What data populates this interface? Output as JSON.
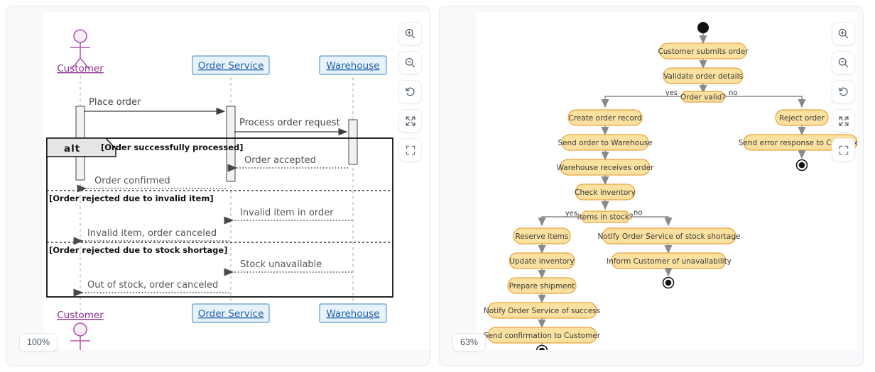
{
  "panels": [
    {
      "id": "sequence-diagram-panel",
      "zoom_label": "100%",
      "diagram_type": "uml-sequence-diagram",
      "toolbar": [
        {
          "name": "zoom-in-icon",
          "label": "Zoom in"
        },
        {
          "name": "zoom-out-icon",
          "label": "Zoom out"
        },
        {
          "name": "reset-icon",
          "label": "Reset"
        },
        {
          "name": "fit-screen-icon",
          "label": "Fit to screen"
        },
        {
          "name": "fullscreen-icon",
          "label": "Fullscreen"
        }
      ],
      "participants": [
        {
          "name": "Customer",
          "kind": "actor",
          "color": "#a33ea3"
        },
        {
          "name": "Order Service",
          "kind": "box",
          "color": "#1f5fa9"
        },
        {
          "name": "Warehouse",
          "kind": "box",
          "color": "#1f5fa9"
        }
      ],
      "messages": [
        {
          "label": "Place order",
          "from": "Customer",
          "to": "Order Service",
          "style": "solid"
        },
        {
          "label": "Process order request",
          "from": "Order Service",
          "to": "Warehouse",
          "style": "solid"
        },
        {
          "label": "Order accepted",
          "from": "Warehouse",
          "to": "Order Service",
          "style": "dotted"
        },
        {
          "label": "Order confirmed",
          "from": "Order Service",
          "to": "Customer",
          "style": "dotted"
        },
        {
          "label": "Invalid item in order",
          "from": "Warehouse",
          "to": "Order Service",
          "style": "dotted"
        },
        {
          "label": "Invalid item, order canceled",
          "from": "Order Service",
          "to": "Customer",
          "style": "dotted"
        },
        {
          "label": "Stock unavailable",
          "from": "Warehouse",
          "to": "Order Service",
          "style": "dotted"
        },
        {
          "label": "Out of stock, order canceled",
          "from": "Order Service",
          "to": "Customer",
          "style": "dotted"
        }
      ],
      "fragment": {
        "operator": "alt",
        "sections": [
          "[Order successfully processed]",
          "[Order rejected due to invalid item]",
          "[Order rejected due to stock shortage]"
        ]
      }
    },
    {
      "id": "activity-diagram-panel",
      "zoom_label": "63%",
      "diagram_type": "uml-activity-diagram",
      "toolbar": [
        {
          "name": "zoom-in-icon",
          "label": "Zoom in"
        },
        {
          "name": "zoom-out-icon",
          "label": "Zoom out"
        },
        {
          "name": "reset-icon",
          "label": "Reset"
        },
        {
          "name": "fit-screen-icon",
          "label": "Fit to screen"
        },
        {
          "name": "fullscreen-icon",
          "label": "Fullscreen"
        }
      ],
      "node_fill": "#fbe1a0",
      "node_stroke": "#e8a33d",
      "activities": [
        "Customer submits order",
        "Validate order details",
        "Create order record",
        "Send order to Warehouse",
        "Warehouse receives order",
        "Check inventory",
        "Reject order",
        "Send error response to Customer",
        "Reserve items",
        "Notify Order Service of stock shortage",
        "Update inventory",
        "Inform Customer of unavailability",
        "Prepare shipment",
        "Notify Order Service of success",
        "Send confirmation to Customer"
      ],
      "decisions": [
        {
          "label": "Order valid?",
          "yes": "yes",
          "no": "no"
        },
        {
          "label": "Items in stock?",
          "yes": "yes",
          "no": "no"
        }
      ],
      "terminals": {
        "start": 1,
        "end": 3
      }
    }
  ],
  "seq": {
    "p1": "Customer",
    "p2": "Order Service",
    "p3": "Warehouse",
    "p1_bottom": "Customer",
    "p2_bottom": "Order Service",
    "p3_bottom": "Warehouse",
    "m1": "Place order",
    "m2": "Process order request",
    "m3": "Order accepted",
    "m4": "Order confirmed",
    "m5": "Invalid item in order",
    "m6": "Invalid item, order canceled",
    "m7": "Stock unavailable",
    "m8": "Out of stock, order canceled",
    "alt": "alt",
    "cond1": "[Order successfully processed]",
    "cond2": "[Order rejected due to invalid item]",
    "cond3": "[Order rejected due to stock shortage]",
    "zoom": "100%"
  },
  "act": {
    "a1": "Customer submits order",
    "a2": "Validate order details",
    "d1": "Order valid?",
    "d1yes": "yes",
    "d1no": "no",
    "a3": "Create order record",
    "a4": "Send order to Warehouse",
    "a5": "Warehouse receives order",
    "a6": "Check inventory",
    "a7": "Reject order",
    "a8": "Send error response to Customer",
    "d2": "Items in stock?",
    "d2yes": "yes",
    "d2no": "no",
    "a9": "Reserve items",
    "a10": "Notify Order Service of stock shortage",
    "a11": "Update inventory",
    "a12": "Inform Customer of unavailability",
    "a13": "Prepare shipment",
    "a14": "Notify Order Service of success",
    "a15": "Send confirmation to Customer",
    "zoom": "63%"
  }
}
